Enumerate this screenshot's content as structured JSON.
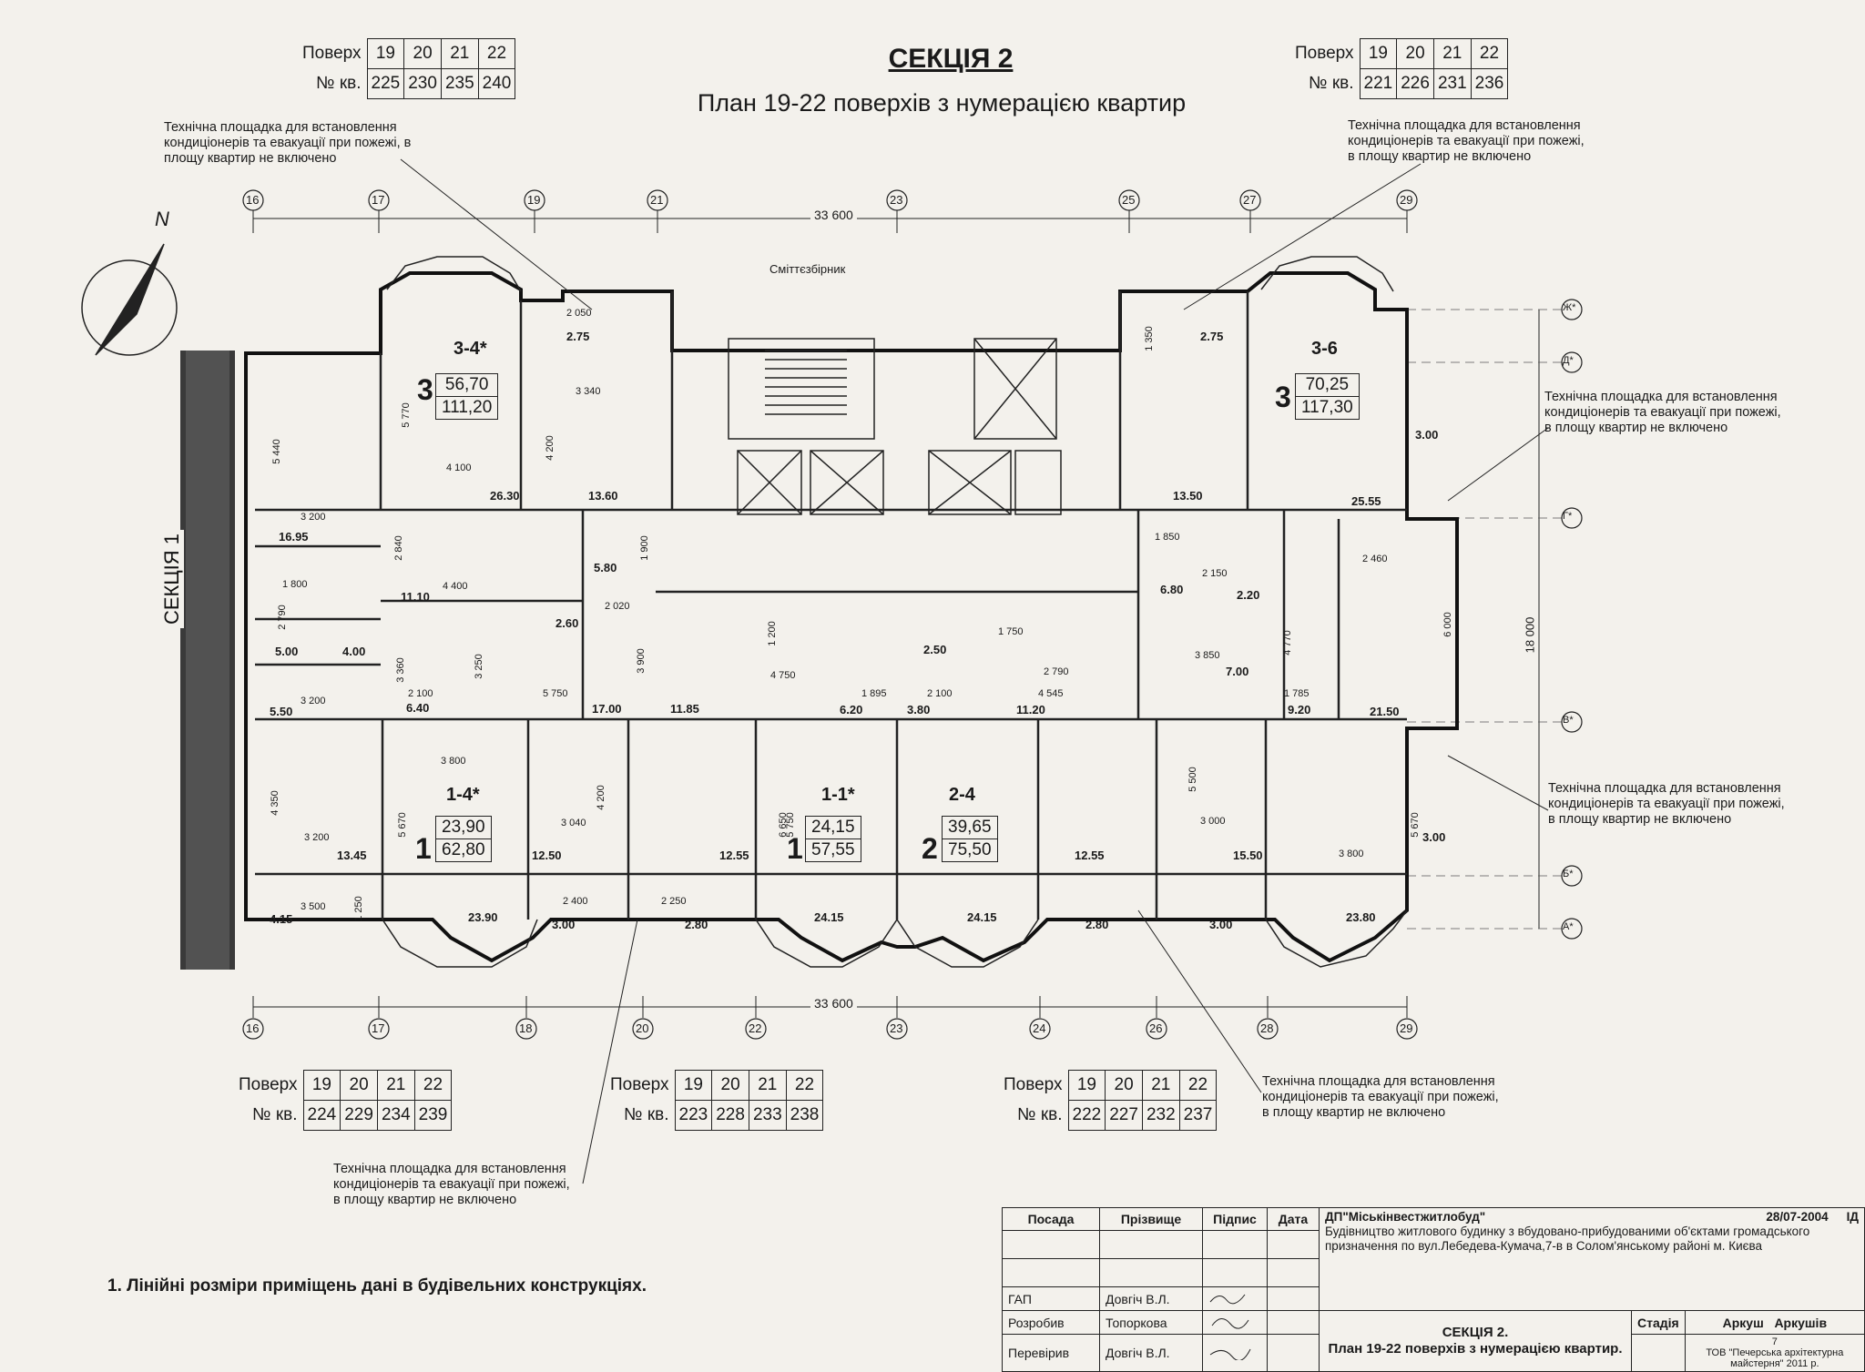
{
  "sheet": {
    "title": "СЕКЦІЯ 2",
    "subtitle": "План 19-22 поверхів з нумерацією квартир"
  },
  "floor_tables": [
    {
      "id": "top-left",
      "floor_label": "Поверх",
      "floors": [
        "19",
        "20",
        "21",
        "22"
      ],
      "apt_label": "№ кв.",
      "apts": [
        "225",
        "230",
        "235",
        "240"
      ]
    },
    {
      "id": "top-right",
      "floor_label": "Поверх",
      "floors": [
        "19",
        "20",
        "21",
        "22"
      ],
      "apt_label": "№ кв.",
      "apts": [
        "221",
        "226",
        "231",
        "236"
      ]
    },
    {
      "id": "bottom-1",
      "floor_label": "Поверх",
      "floors": [
        "19",
        "20",
        "21",
        "22"
      ],
      "apt_label": "№ кв.",
      "apts": [
        "224",
        "229",
        "234",
        "239"
      ]
    },
    {
      "id": "bottom-2",
      "floor_label": "Поверх",
      "floors": [
        "19",
        "20",
        "21",
        "22"
      ],
      "apt_label": "№ кв.",
      "apts": [
        "223",
        "228",
        "233",
        "238"
      ]
    },
    {
      "id": "bottom-3",
      "floor_label": "Поверх",
      "floors": [
        "19",
        "20",
        "21",
        "22"
      ],
      "apt_label": "№ кв.",
      "apts": [
        "222",
        "227",
        "232",
        "237"
      ]
    }
  ],
  "notes": {
    "tech_platform": "Технічна площадка для встановлення кондиціонерів та евакуації при пожежі, в площу квартир не включено",
    "garbage_chute": "Сміттєзбірник",
    "north": "N",
    "section_1": "СЕКЦІЯ 1",
    "footnote": "1. Лінійні розміри приміщень дані в будівельних конструкціях."
  },
  "axes": {
    "top": [
      "16",
      "17",
      "19",
      "21",
      "23",
      "25",
      "27",
      "29"
    ],
    "bottom": [
      "16",
      "17",
      "18",
      "20",
      "22",
      "23",
      "24",
      "26",
      "28",
      "29"
    ],
    "right": [
      "Ж*",
      "Д*",
      "Г*",
      "В*",
      "Б*",
      "А*"
    ],
    "overall_width": "33 600",
    "overall_depth": "18 000"
  },
  "apartments": [
    {
      "id": "3-4",
      "rooms": "3",
      "code": "3-4*",
      "living": "56,70",
      "total": "111,20"
    },
    {
      "id": "3-6",
      "rooms": "3",
      "code": "3-6",
      "living": "70,25",
      "total": "117,30"
    },
    {
      "id": "1-4",
      "rooms": "1",
      "code": "1-4*",
      "living": "23,90",
      "total": "62,80"
    },
    {
      "id": "1-1",
      "rooms": "1",
      "code": "1-1*",
      "living": "24,15",
      "total": "57,55"
    },
    {
      "id": "2-4",
      "rooms": "2",
      "code": "2-4",
      "living": "39,65",
      "total": "75,50"
    }
  ],
  "room_areas": [
    "2.75",
    "26.30",
    "13.60",
    "16.95",
    "11.10",
    "5.80",
    "2.60",
    "5.00",
    "4.00",
    "6.40",
    "17.00",
    "5.50",
    "11.85",
    "13.45",
    "12.50",
    "12.55",
    "4.15",
    "23.90",
    "3.00",
    "2.80",
    "24.15",
    "6.20",
    "3.80",
    "2.50",
    "24.15",
    "11.20",
    "12.55",
    "2.80",
    "3.00",
    "15.50",
    "23.80",
    "2.75",
    "13.50",
    "25.55",
    "6.80",
    "2.20",
    "7.00",
    "9.20",
    "21.50",
    "3.00",
    "3.00"
  ],
  "dimensions": [
    "2 050",
    "3 340",
    "4 100",
    "3 200",
    "5 440",
    "5 770",
    "4 200",
    "1 800",
    "2 790",
    "3 200",
    "3 360",
    "2 100",
    "3 250",
    "5 750",
    "3 800",
    "3 200",
    "4 350",
    "3 500",
    "1 250",
    "2 400",
    "3 040",
    "5 670",
    "4 200",
    "6 650",
    "5 750",
    "2 250",
    "2 020",
    "3 900",
    "4 750",
    "1 895",
    "2 100",
    "4 545",
    "2 790",
    "1 750",
    "3 850",
    "2 150",
    "1 850",
    "4 770",
    "1 785",
    "2 460",
    "6 000",
    "3 800",
    "5 670",
    "5 500",
    "3 000",
    "1 350",
    "2 840",
    "4 400",
    "1 900",
    "1 200"
  ],
  "stamp": {
    "col_role": "Посада",
    "col_name": "Прізвище",
    "col_sign": "Підпис",
    "col_date": "Дата",
    "rows": [
      {
        "role": "ГАП",
        "name": "Довгіч В.Л."
      },
      {
        "role": "Розробив",
        "name": "Топоркова"
      },
      {
        "role": "Перевірив",
        "name": "Довгіч В.Л."
      }
    ],
    "org": "ДП\"Міськінвестжитлобуд\"",
    "date": "28/07-2004",
    "code": "ІД",
    "project": "Будівництво житлового будинку з вбудовано-прибудованими об'єктами громадського призначення по вул.Лебедева-Кумача,7-в в Солом'янському районі м. Києва",
    "sheet_name": "СЕКЦІЯ 2.",
    "sheet_desc": "План 19-22 поверхів з нумерацією квартир.",
    "stage_label": "Стадія",
    "sheet_label": "Аркуш",
    "sheets_label": "Аркушів",
    "sheet_no": "7",
    "firm": "ТОВ \"Печерська архітектурна майстерня\" 2011 р."
  }
}
